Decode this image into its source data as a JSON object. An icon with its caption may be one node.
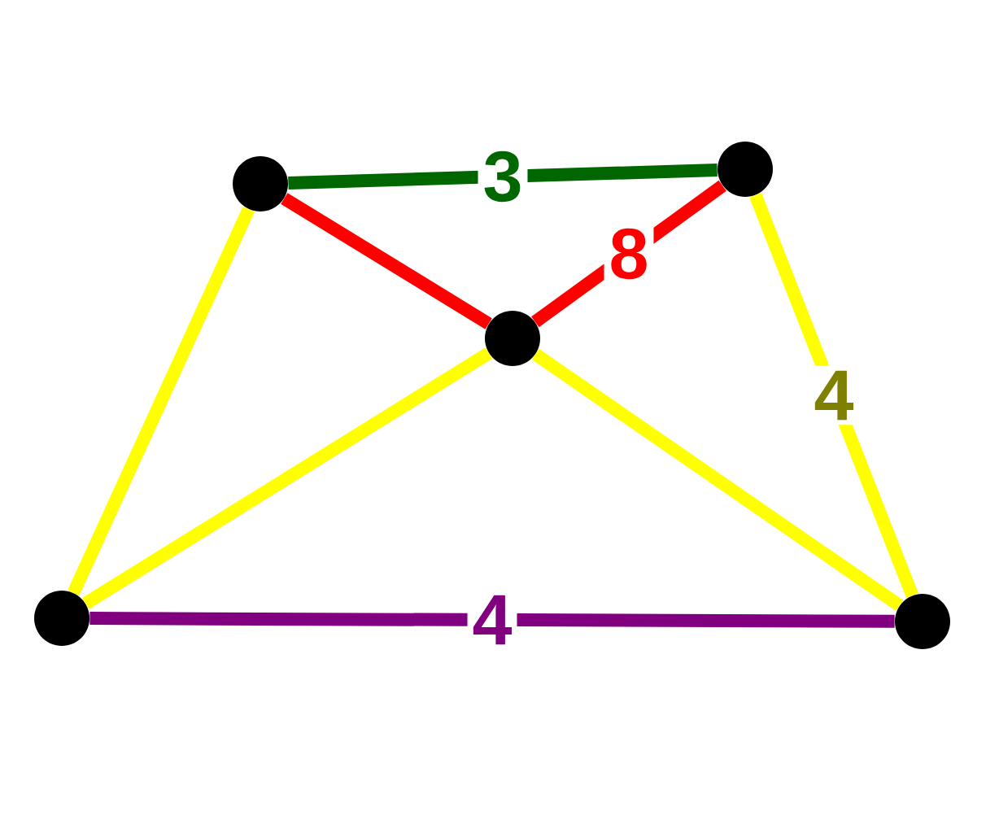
{
  "diagram": {
    "nodes": [
      {
        "text": [],
        "shape": "circle"
      },
      {
        "text": [],
        "shape": "circle"
      },
      {
        "text": [],
        "shape": "circle"
      },
      {
        "text": [],
        "shape": "circle"
      },
      {
        "text": [],
        "shape": "circle"
      }
    ],
    "edges": [
      {
        "from": 0,
        "to": 1,
        "arrow": "none",
        "color": "#006600",
        "label": "3"
      },
      {
        "from": 0,
        "to": 2,
        "arrow": "none",
        "color": "#ff0000"
      },
      {
        "from": 2,
        "to": 1,
        "arrow": "none",
        "color": "#ff0000",
        "label": "8"
      },
      {
        "from": 1,
        "to": 4,
        "arrow": "none",
        "label": "4"
      },
      {
        "from": 0,
        "to": 3,
        "arrow": "none"
      },
      {
        "from": 2,
        "to": 3,
        "arrow": "none"
      },
      {
        "from": 2,
        "to": 4,
        "arrow": "none"
      },
      {
        "from": 3,
        "to": 4,
        "arrow": "none",
        "color": "#800080",
        "label": "4"
      }
    ]
  }
}
